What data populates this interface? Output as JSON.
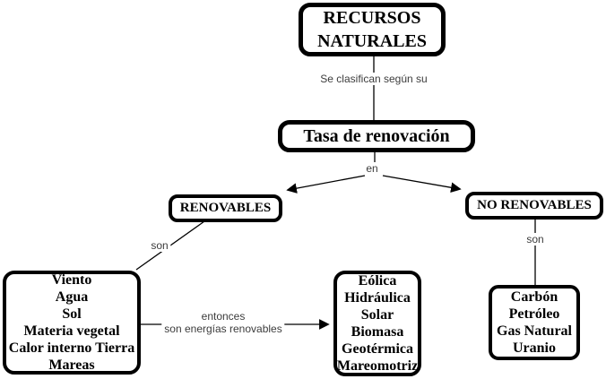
{
  "nodes": {
    "root": {
      "label": "RECURSOS\nNATURALES"
    },
    "classification": {
      "label": "Tasa de renovación"
    },
    "renewables": {
      "label": "RENOVABLES"
    },
    "non_renewables": {
      "label": "NO RENOVABLES"
    },
    "renewable_resources": {
      "label": "Viento\nAgua\nSol\nMateria vegetal\nCalor interno Tierra\nMareas"
    },
    "renewable_energies": {
      "label": "Eólica\nHidráulica\nSolar\nBiomasa\nGeotérmica\nMareomotriz"
    },
    "non_renewable_resources": {
      "label": "Carbón\nPetróleo\nGas Natural\nUranio"
    }
  },
  "connector_labels": {
    "classify": "Se clasifican según su",
    "en": "en",
    "son_left": "son",
    "son_right": "son",
    "entonces": "entonces\nson energías renovables"
  },
  "colors": {
    "background": "#ffffff",
    "node_fill": "#ffffff",
    "node_border": "#000000",
    "node_text": "#000000",
    "line": "#000000",
    "label_text": "#3c3c3c"
  }
}
